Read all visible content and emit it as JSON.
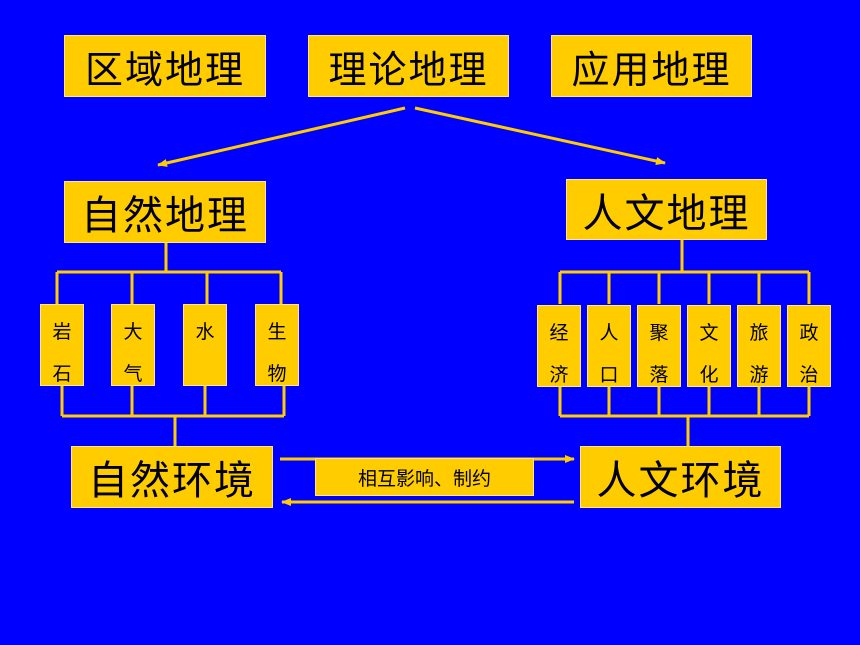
{
  "top": [
    "区域地理",
    "理论地理",
    "应用地理"
  ],
  "natural": {
    "title": "自然地理",
    "items": [
      [
        "岩",
        "石"
      ],
      [
        "大",
        "气"
      ],
      [
        "水",
        ""
      ],
      [
        "生",
        "物"
      ]
    ],
    "env": "自然环境"
  },
  "human": {
    "title": "人文地理",
    "items": [
      [
        "经",
        "济"
      ],
      [
        "人",
        "口"
      ],
      [
        "聚",
        "落"
      ],
      [
        "文",
        "化"
      ],
      [
        "旅",
        "游"
      ],
      [
        "政",
        "治"
      ]
    ],
    "env": "人文环境"
  },
  "interaction": "相互影响、制约",
  "colors": {
    "background": "#0000ff",
    "box": "#ffcc00",
    "line": "#ffcc00"
  }
}
